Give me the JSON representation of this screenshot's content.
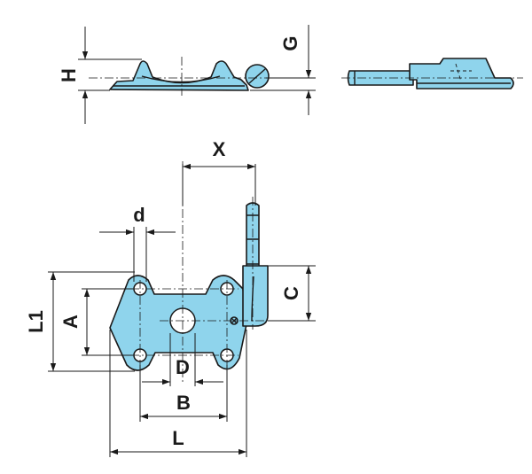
{
  "dimension_labels": {
    "H": "H",
    "G": "G",
    "X": "X",
    "d": "d",
    "L1": "L1",
    "A": "A",
    "C": "C",
    "D": "D",
    "B": "B",
    "L": "L"
  },
  "colors": {
    "part_fill": "#8fd4ec",
    "line": "#1a1a1a",
    "background": "#ffffff"
  }
}
